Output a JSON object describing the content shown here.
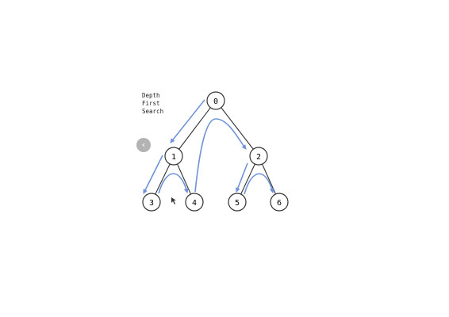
{
  "caption": {
    "line1": "Depth",
    "line2": "First",
    "line3": "Search"
  },
  "nav": {
    "prev_icon": "‹",
    "icon_name": "chevron-left-icon"
  },
  "tree": {
    "nodes": [
      {
        "id": "n0",
        "label": "0"
      },
      {
        "id": "n1",
        "label": "1"
      },
      {
        "id": "n2",
        "label": "2"
      },
      {
        "id": "n3",
        "label": "3"
      },
      {
        "id": "n4",
        "label": "4"
      },
      {
        "id": "n5",
        "label": "5"
      },
      {
        "id": "n6",
        "label": "6"
      }
    ],
    "edges": [
      [
        "n0",
        "n1"
      ],
      [
        "n0",
        "n2"
      ],
      [
        "n1",
        "n3"
      ],
      [
        "n1",
        "n4"
      ],
      [
        "n2",
        "n5"
      ],
      [
        "n2",
        "n6"
      ]
    ],
    "traversal_color": "#6f93d6",
    "edge_color": "#333333"
  }
}
